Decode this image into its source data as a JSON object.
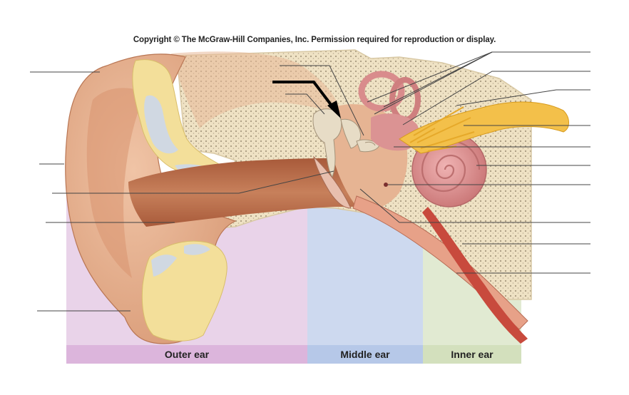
{
  "copyright": "Copyright © The McGraw-Hill Companies, Inc. Permission required for reproduction or display.",
  "regions": {
    "outer": {
      "label": "Outer ear",
      "color": "#e9d3e9",
      "bar_color": "#dcb5dc"
    },
    "middle": {
      "label": "Middle ear",
      "color": "#cdd9ef",
      "bar_color": "#b6c8e8"
    },
    "inner": {
      "label": "Inner ear",
      "color": "#e1ead2",
      "bar_color": "#d3e0bd"
    }
  },
  "colors": {
    "skin": "#e6b08f",
    "skin_dark": "#c47e59",
    "canal": "#b96a46",
    "cartilage": "#f3df9a",
    "cartilage_light": "#f8ecbc",
    "bone": "#efe2c4",
    "bone_dots": "#a89a7f",
    "cochlea": "#d98c8c",
    "nerve": "#f3c04a",
    "artery": "#c84a3d",
    "leader": "#444444",
    "arrow": "#000000"
  },
  "icons": {
    "pointer": "arrow-icon"
  }
}
